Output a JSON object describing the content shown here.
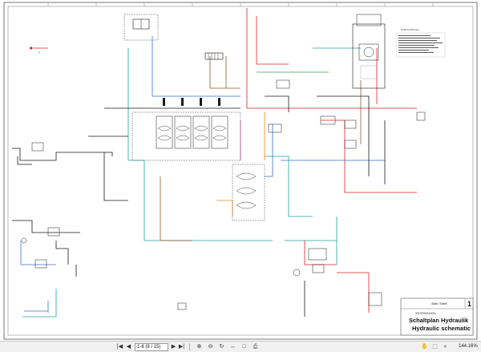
{
  "toolbar": {
    "page_indicator": "1-8 (8 / 15)",
    "zoom_level": "144.16%",
    "first_icon": "first-page-icon",
    "prev_icon": "previous-page-icon",
    "next_icon": "next-page-icon",
    "last_icon": "last-page-icon"
  },
  "drawing": {
    "sheet_number": "1",
    "sheet_label": "Blatt / Sheet",
    "drawing_number": "332YF00041001",
    "title_de": "Schaltplan Hydraulik",
    "title_en": "Hydraulic schematic",
    "header_note": "Profil Ausführung",
    "colors": {
      "line_black": "#1a1a1a",
      "line_red": "#e02020",
      "line_blue": "#3a6fd0",
      "line_teal": "#1ea59a",
      "line_brown": "#8a5a2a",
      "line_orange": "#e08a20",
      "line_magenta": "#c040a0",
      "line_green": "#30a050",
      "frame": "#555555"
    }
  }
}
